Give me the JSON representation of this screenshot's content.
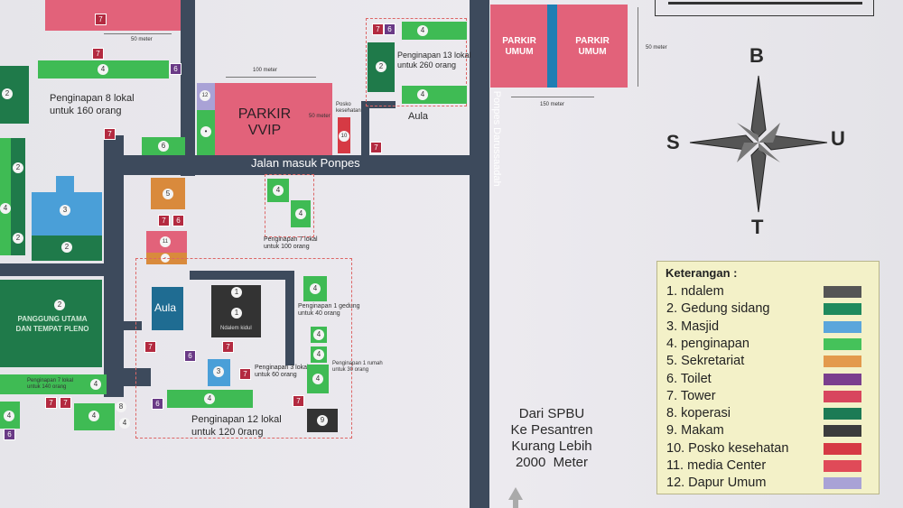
{
  "parking": {
    "vvip_label": "PARKIR\nVVIP",
    "umum_left": "PARKIR\nUMUM",
    "umum_right": "PARKIR\nUMUM",
    "dim_100m": "100 meter",
    "dim_50m_a": "50 meter",
    "dim_50m_b": "50 meter",
    "dim_50m_c": "50 meter",
    "dim_150m": "150 meter"
  },
  "roads": {
    "jalan_masuk": "Jalan masuk Ponpes",
    "jalan_ponpes": "Jalan Ponpes Darussaadah"
  },
  "labels": {
    "penginapan_8": "Penginapan 8 lokal\nuntuk 160 orang",
    "penginapan_13": "Penginapan 13 lokal\nuntuk 260 orang",
    "penginapan_7_top": "Penginapan 7 lokal\nuntuk 100 orang",
    "penginapan_1_gedung": "Penginapan 1 gedung\nuntuk 40 orang",
    "penginapan_3_lokal": "Penginapan 3 lokal\nuntuk 60 orang",
    "penginapan_1_rumah": "Penginapan 1 rumah\nuntuk 30 orang",
    "penginapan_12": "Penginapan 12 lokal\nuntuk 120 0rang",
    "penginapan_7_left": "Penginapan 7 lokal\nuntuk 140 orang",
    "aula_top": "Aula",
    "aula_mid": "Aula",
    "panggung": "PANGGUNG UTAMA\nDAN TEMPAT PLENO",
    "posko": "Posko\nkesehatan",
    "ndalem_kidul": "Ndalem kidul"
  },
  "spbu_note": "Dari SPBU\nKe Pesantren\nKurang Lebih\n2000  Meter",
  "compass": {
    "north": "B",
    "south": "T",
    "west": "S",
    "east": "U"
  },
  "legend": {
    "title": "Keterangan :",
    "items": [
      {
        "label": "1. ndalem",
        "color": "#555555"
      },
      {
        "label": "2. Gedung sidang",
        "color": "#1f8a5e"
      },
      {
        "label": "3. Masjid",
        "color": "#5aa6dc"
      },
      {
        "label": "4. penginapan",
        "color": "#45c25a"
      },
      {
        "label": "5. Sekretariat",
        "color": "#e39a4c"
      },
      {
        "label": "6. Toilet",
        "color": "#7a3f8e"
      },
      {
        "label": "7. Tower",
        "color": "#d8465e"
      },
      {
        "label": "8. koperasi",
        "color": "#1c7b55"
      },
      {
        "label": "9. Makam",
        "color": "#3c3c3c"
      },
      {
        "label": "10. Posko kesehatan",
        "color": "#d63a44"
      },
      {
        "label": "11. media Center",
        "color": "#e04a58"
      },
      {
        "label": "12. Dapur Umum",
        "color": "#a9a2d6"
      }
    ]
  }
}
